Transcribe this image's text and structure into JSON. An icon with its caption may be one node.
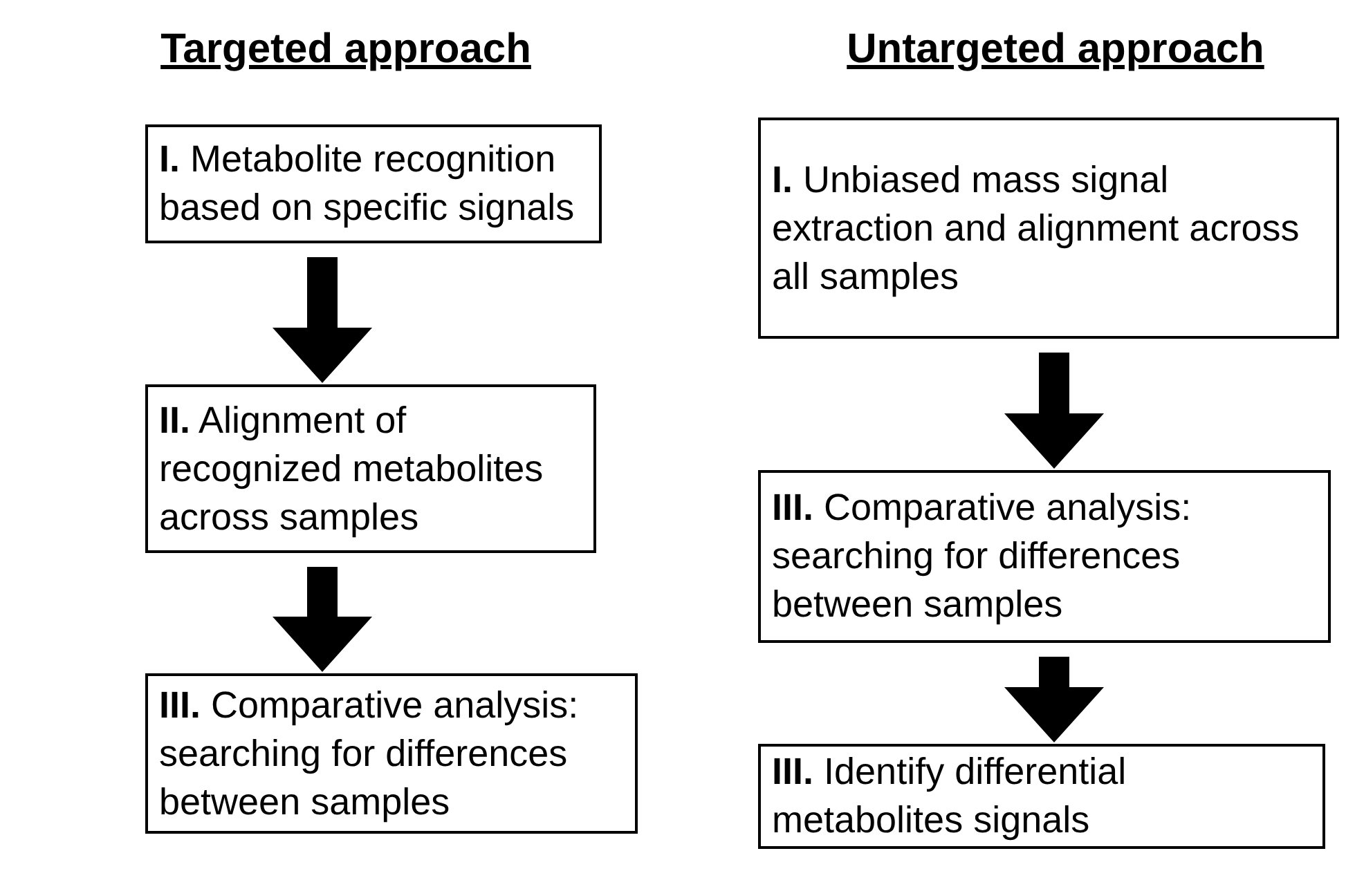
{
  "diagram": {
    "nodes": [
      {
        "text": [
          "**I.** Metabolite recognition based on specific signals"
        ]
      },
      {
        "text": [
          "**II.** Alignment of recognized metabolites across samples"
        ]
      },
      {
        "text": [
          "**III.** Comparative analysis: searching for differences between samples"
        ]
      },
      {
        "text": [
          "**I.** Unbiased mass signal extraction and alignment across all samples"
        ]
      },
      {
        "text": [
          "**III.** Comparative analysis: searching for differences between samples"
        ]
      },
      {
        "text": [
          "**III.** Identify differential metabolites signals"
        ]
      }
    ],
    "edges": [
      {
        "from": 0,
        "to": 1,
        "arrow": "to"
      },
      {
        "from": 1,
        "to": 2,
        "arrow": "to"
      },
      {
        "from": 3,
        "to": 4,
        "arrow": "to"
      },
      {
        "from": 4,
        "to": 5,
        "arrow": "to"
      }
    ],
    "labels": [
      "Targeted approach",
      "Untargeted approach"
    ]
  }
}
